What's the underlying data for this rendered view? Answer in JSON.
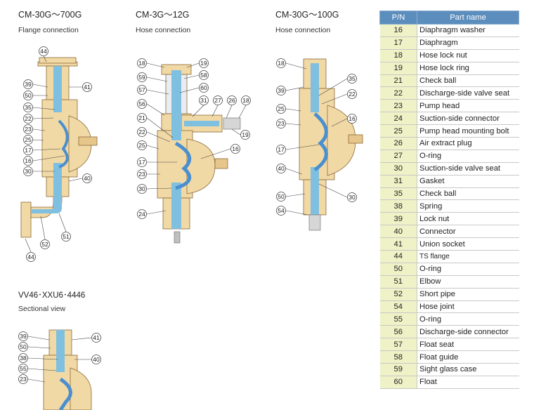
{
  "figures": [
    {
      "title": "CM-30G～700G",
      "subtitle": "Flange connection"
    },
    {
      "title": "CM-3G～12G",
      "subtitle": "Hose connection"
    },
    {
      "title": "CM-30G～100G",
      "subtitle": "Hose connection"
    },
    {
      "title": "VV46･XXU6･4446",
      "subtitle": "Sectional view"
    }
  ],
  "callouts": {
    "fig1": [
      "44",
      "39",
      "50",
      "41",
      "35",
      "22",
      "23",
      "25",
      "17",
      "16",
      "30",
      "40",
      "44",
      "52",
      "51"
    ],
    "fig2": [
      "18",
      "19",
      "59",
      "58",
      "57",
      "60",
      "56",
      "31",
      "27",
      "26",
      "18",
      "19",
      "21",
      "22",
      "16",
      "25",
      "17",
      "23",
      "30",
      "24"
    ],
    "fig3": [
      "18",
      "35",
      "39",
      "22",
      "25",
      "23",
      "16",
      "17",
      "40",
      "50",
      "30",
      "54"
    ],
    "fig4": [
      "39",
      "41",
      "50",
      "38",
      "40",
      "55",
      "23"
    ]
  },
  "parts_table": {
    "header_pn": "P/N",
    "header_name": "Part name",
    "rows": [
      {
        "pn": "16",
        "name": "Diaphragm washer"
      },
      {
        "pn": "17",
        "name": "Diaphragm"
      },
      {
        "pn": "18",
        "name": "Hose lock nut"
      },
      {
        "pn": "19",
        "name": "Hose lock ring"
      },
      {
        "pn": "21",
        "name": "Check ball"
      },
      {
        "pn": "22",
        "name": "Discharge-side valve seat"
      },
      {
        "pn": "23",
        "name": "Pump head"
      },
      {
        "pn": "24",
        "name": "Suction-side connector"
      },
      {
        "pn": "25",
        "name": "Pump head mounting bolt"
      },
      {
        "pn": "26",
        "name": "Air extract plug"
      },
      {
        "pn": "27",
        "name": "O-ring"
      },
      {
        "pn": "30",
        "name": "Suction-side valve seat"
      },
      {
        "pn": "31",
        "name": "Gasket"
      },
      {
        "pn": "35",
        "name": "Check ball"
      },
      {
        "pn": "38",
        "name": "Spring"
      },
      {
        "pn": "39",
        "name": "Lock nut"
      },
      {
        "pn": "40",
        "name": "Connector"
      },
      {
        "pn": "41",
        "name": "Union socket"
      },
      {
        "pn": "44",
        "name": "TS flange"
      },
      {
        "pn": "50",
        "name": "O-ring"
      },
      {
        "pn": "51",
        "name": "Elbow"
      },
      {
        "pn": "52",
        "name": "Short pipe"
      },
      {
        "pn": "54",
        "name": "Hose joint"
      },
      {
        "pn": "55",
        "name": "O-ring"
      },
      {
        "pn": "56",
        "name": "Discharge-side connector"
      },
      {
        "pn": "57",
        "name": "Float seat"
      },
      {
        "pn": "58",
        "name": "Float guide"
      },
      {
        "pn": "59",
        "name": "Sight glass case"
      },
      {
        "pn": "60",
        "name": "Float"
      }
    ]
  },
  "colors": {
    "body": "#f1d9a6",
    "body_dark": "#b88a4a",
    "fluid": "#7fbfe0",
    "diaphragm": "#4a8fcf",
    "table_header": "#5b8dbd",
    "table_pn_bg": "#eef2c6"
  }
}
